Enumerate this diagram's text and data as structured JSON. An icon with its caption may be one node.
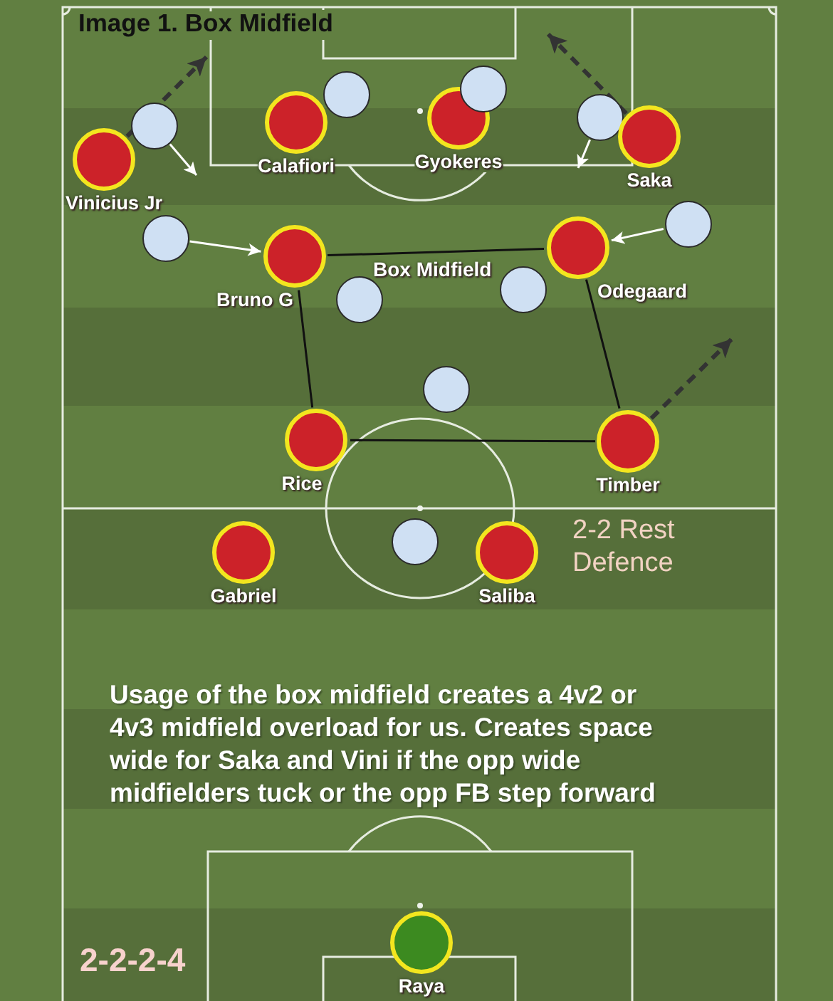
{
  "diagram": {
    "title": "Image 1. Box Midfield",
    "nodes": [
      {
        "text": [
          "Vinicius Jr"
        ]
      },
      {
        "text": [],
        "shape": "circle"
      },
      {
        "text": [
          "Calafiori"
        ]
      },
      {
        "text": [],
        "shape": "circle"
      },
      {
        "text": [
          "Gyokeres"
        ]
      },
      {
        "text": [],
        "shape": "circle"
      },
      {
        "text": [],
        "shape": "circle"
      },
      {
        "text": [
          "Saka"
        ]
      },
      {
        "text": [],
        "shape": "circle"
      },
      {
        "text": [
          "Bruno G"
        ]
      },
      {
        "text": [],
        "shape": "circle"
      },
      {
        "text": [],
        "shape": "circle"
      },
      {
        "text": [
          "Odegaard"
        ]
      },
      {
        "text": [],
        "shape": "circle"
      },
      {
        "text": [],
        "shape": "circle"
      },
      {
        "text": [
          "Rice"
        ]
      },
      {
        "text": [
          "Timber"
        ]
      },
      {
        "text": [
          "Gabriel"
        ]
      },
      {
        "text": [],
        "shape": "circle"
      },
      {
        "text": [
          "Saliba"
        ]
      },
      {
        "text": [
          "Raya"
        ]
      }
    ],
    "edges": [
      {
        "from": 0,
        "to": null,
        "arrow": "to",
        "style": "dashed",
        "color": "#333333"
      },
      {
        "from": 7,
        "to": null,
        "arrow": "to",
        "style": "dashed",
        "color": "#333333"
      },
      {
        "from": 16,
        "to": null,
        "arrow": "to",
        "style": "dashed",
        "color": "#333333"
      },
      {
        "from": 1,
        "to": null,
        "arrow": "to",
        "color": "#ffffff"
      },
      {
        "from": 6,
        "to": null,
        "arrow": "to",
        "color": "#ffffff"
      },
      {
        "from": 8,
        "to": 9,
        "arrow": "to",
        "color": "#ffffff"
      },
      {
        "from": 13,
        "to": 12,
        "arrow": "to",
        "color": "#ffffff"
      },
      {
        "from": 9,
        "to": 12,
        "arrow": "none",
        "color": "#111111"
      },
      {
        "from": 12,
        "to": 16,
        "arrow": "none",
        "color": "#111111"
      },
      {
        "from": 16,
        "to": 15,
        "arrow": "none",
        "color": "#111111"
      },
      {
        "from": 15,
        "to": 9,
        "arrow": "none",
        "color": "#111111"
      }
    ],
    "labels": [
      "Box Midfield",
      "2-2 Rest Defence",
      "Usage of the box midfield creates a 4v2 or 4v3 midfield overload for us. Creates space wide for Saka and Vini if the opp wide midfielders tuck or the opp FB step forward",
      "2-2-2-4"
    ]
  }
}
